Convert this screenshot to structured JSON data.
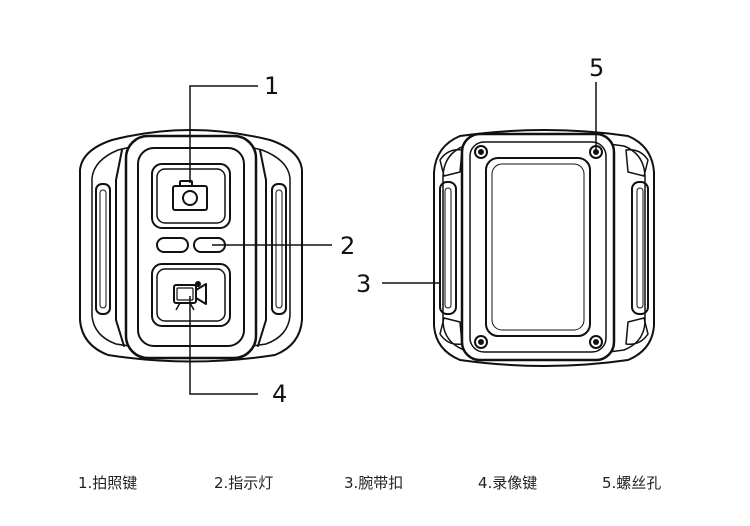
{
  "callouts": {
    "c1": "1",
    "c2": "2",
    "c3": "3",
    "c4": "4",
    "c5": "5"
  },
  "legend": [
    "1.拍照键",
    "2.指示灯",
    "3.腕带扣",
    "4.录像键",
    "5.螺丝孔"
  ],
  "colors": {
    "stroke": "#111111",
    "panel": "#ffffff",
    "shadow": "#cfcfcf"
  },
  "icons": {
    "photo": "camera-icon",
    "record": "video-camera-icon"
  }
}
